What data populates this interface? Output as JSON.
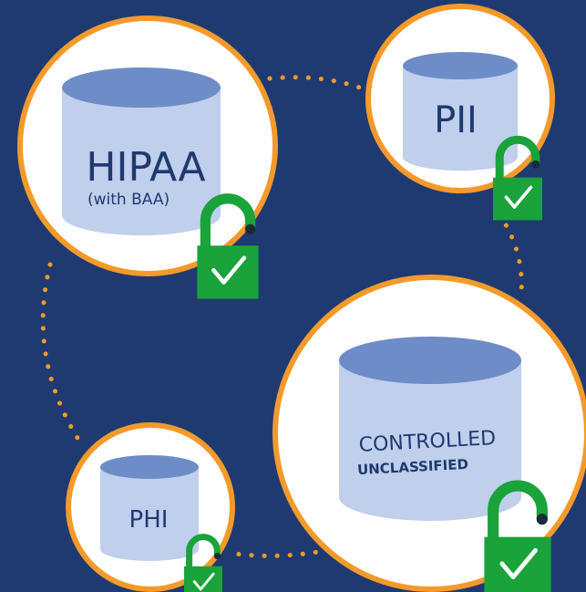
{
  "colors": {
    "background": "#1f3a70",
    "circle_fill": "#ffffff",
    "circle_border": "#f39a2b",
    "cylinder_body": "#bfcfec",
    "cylinder_top": "#6d8cc8",
    "lock_green": "#1aa33a",
    "label_text": "#1f3a6e"
  },
  "nodes": {
    "hipaa": {
      "title": "HIPAA",
      "subtitle": "(with BAA)",
      "icon": "open-padlock-check-icon"
    },
    "pii": {
      "title": "PII",
      "icon": "open-padlock-check-icon"
    },
    "cui": {
      "title": "CONTROLLED",
      "subtitle": "UNCLASSIFIED",
      "icon": "open-padlock-check-icon"
    },
    "phi": {
      "title": "PHI",
      "icon": "open-padlock-check-icon"
    }
  },
  "connectors": [
    "hipaa-pii",
    "pii-cui",
    "cui-phi",
    "phi-hipaa"
  ]
}
